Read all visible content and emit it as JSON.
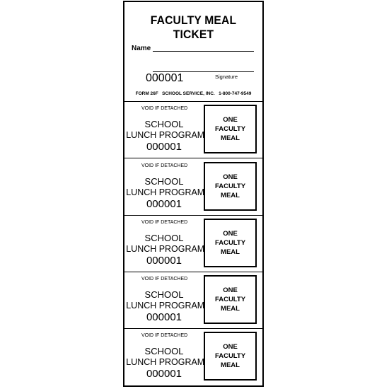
{
  "ticket": {
    "title": "FACULTY MEAL TICKET",
    "name_label": "Name",
    "serial": "000001",
    "signature_label": "Signature",
    "form_line": "FORM 26F   SCHOOL SERVICE, INC.   1-800-747-9549"
  },
  "stubs": [
    {
      "void": "VOID IF DETACHED",
      "line1": "SCHOOL",
      "line2": "LUNCH PROGRAM",
      "serial": "000001",
      "meal1": "ONE",
      "meal2": "FACULTY",
      "meal3": "MEAL"
    },
    {
      "void": "VOID IF DETACHED",
      "line1": "SCHOOL",
      "line2": "LUNCH PROGRAM",
      "serial": "000001",
      "meal1": "ONE",
      "meal2": "FACULTY",
      "meal3": "MEAL"
    },
    {
      "void": "VOID IF DETACHED",
      "line1": "SCHOOL",
      "line2": "LUNCH PROGRAM",
      "serial": "000001",
      "meal1": "ONE",
      "meal2": "FACULTY",
      "meal3": "MEAL"
    },
    {
      "void": "VOID IF DETACHED",
      "line1": "SCHOOL",
      "line2": "LUNCH PROGRAM",
      "serial": "000001",
      "meal1": "ONE",
      "meal2": "FACULTY",
      "meal3": "MEAL"
    },
    {
      "void": "VOID IF DETACHED",
      "line1": "SCHOOL",
      "line2": "LUNCH PROGRAM",
      "serial": "000001",
      "meal1": "ONE",
      "meal2": "FACULTY",
      "meal3": "MEAL"
    }
  ]
}
